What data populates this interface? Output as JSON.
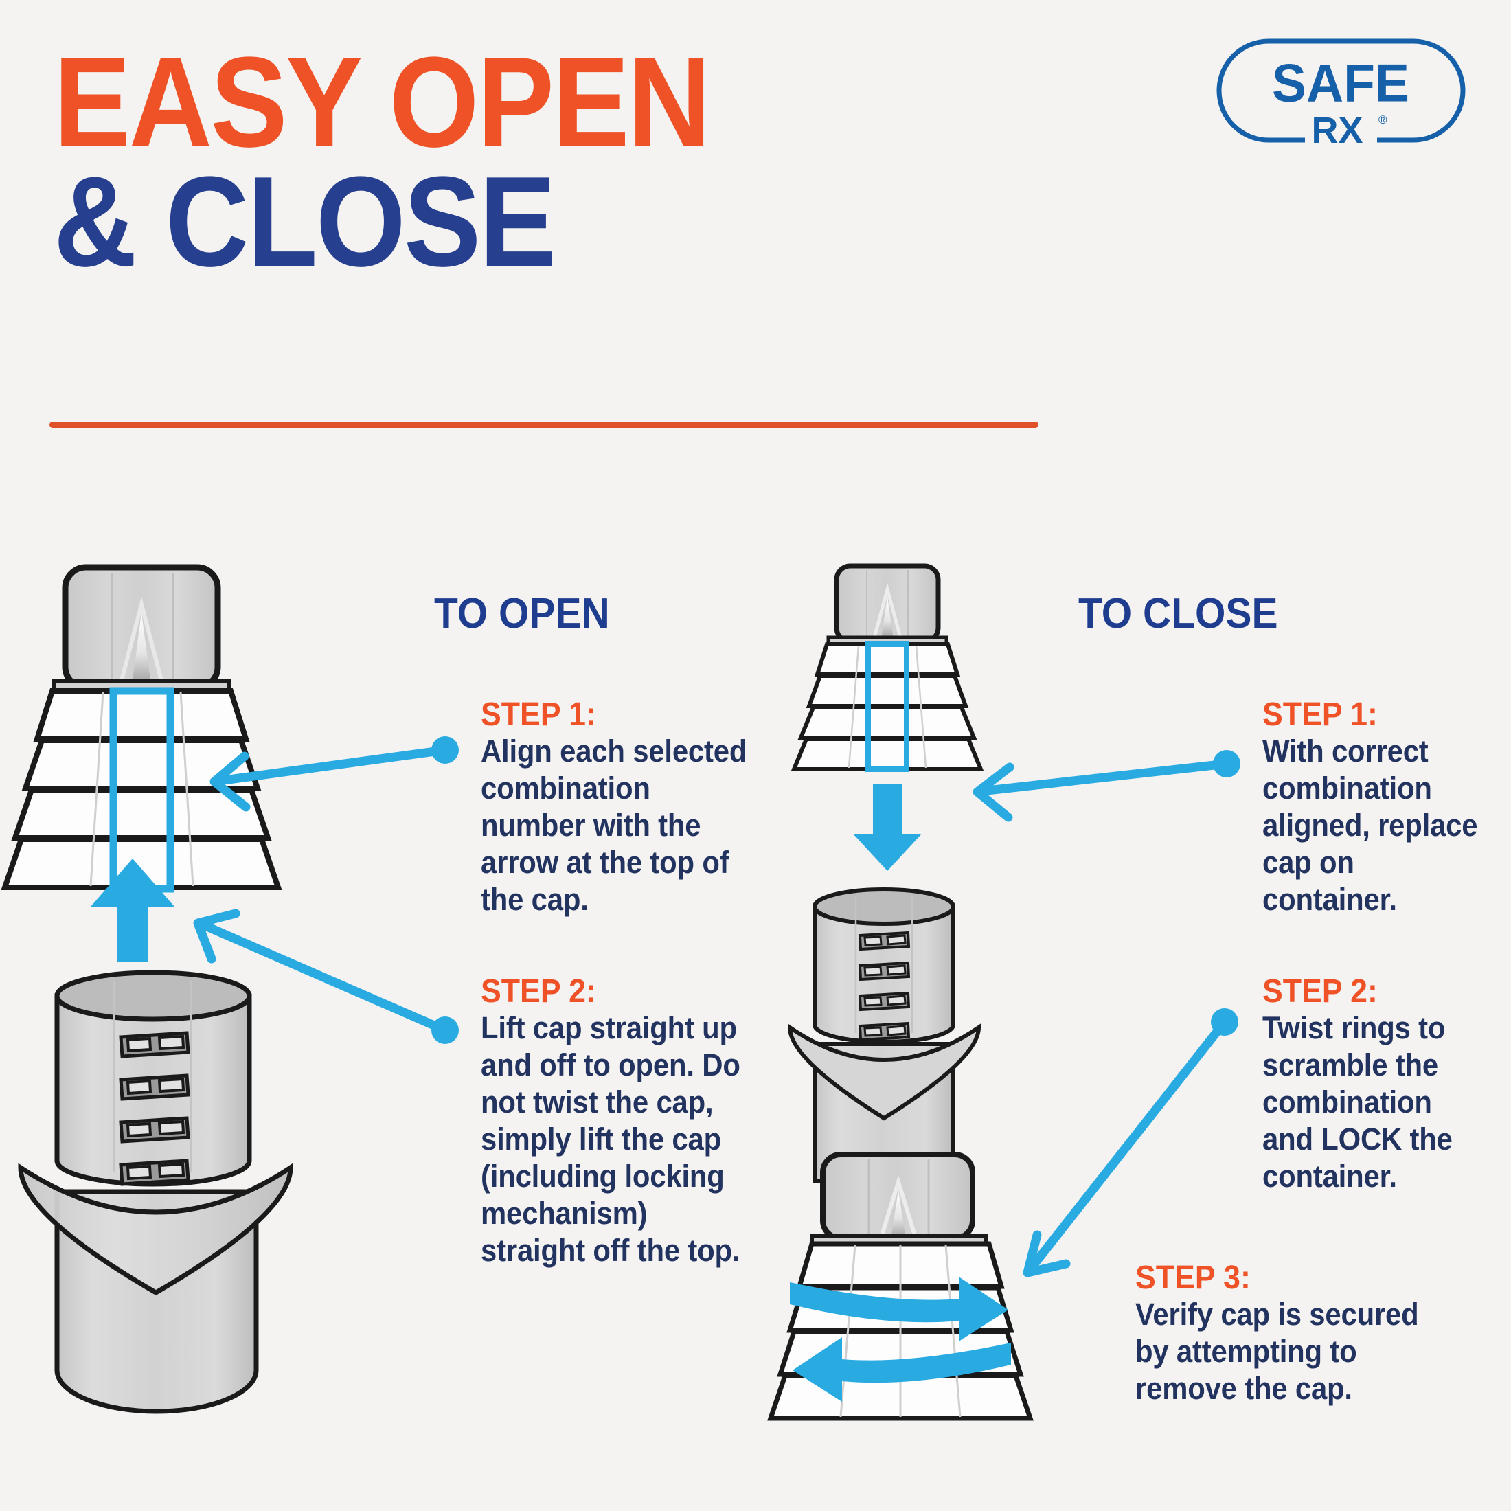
{
  "header": {
    "title_line1": "EASY OPEN",
    "title_line2": "& CLOSE",
    "title_color_1": "#ef5226",
    "title_color_2": "#26408f",
    "rule_color": "#e0512a"
  },
  "logo": {
    "primary_text": "SAFE",
    "secondary_text": "RX",
    "registered_mark": "®",
    "color": "#1560a8"
  },
  "sections": {
    "open": {
      "heading": "TO OPEN",
      "steps": [
        {
          "label": "STEP 1:",
          "body": "Align each selected combination number with the arrow at the top of the cap."
        },
        {
          "label": "STEP 2:",
          "body": "Lift cap straight up and off to open. Do not twist the cap, simply lift the cap (including locking mechanism) straight off the top."
        }
      ]
    },
    "close": {
      "heading": "TO CLOSE",
      "steps": [
        {
          "label": "STEP 1:",
          "body": "With correct combination aligned, replace cap on container."
        },
        {
          "label": "STEP 2:",
          "body": "Twist rings to scramble the combination and LOCK the container."
        },
        {
          "label": "STEP 3:",
          "body": "Verify cap is secured by attempting to remove the cap."
        }
      ]
    }
  },
  "illustrations": {
    "cap_large": "combination-cap-four-rings",
    "cap_small": "combination-cap-four-rings-small",
    "bottle_large": "pill-bottle-with-locking-collar",
    "bottle_small": "pill-bottle-with-locking-collar-small",
    "cap_twist": "combination-cap-with-twist-arrows",
    "ring_count": 4,
    "latch_count": 4
  },
  "colors": {
    "background": "#f4f3f2",
    "accent_orange": "#ef5226",
    "heading_blue": "#1f3d8f",
    "body_navy": "#22335f",
    "pointer_cyan": "#29abe2",
    "plastic_gray": "#d0d0d0",
    "outline_black": "#1a1a1a"
  }
}
